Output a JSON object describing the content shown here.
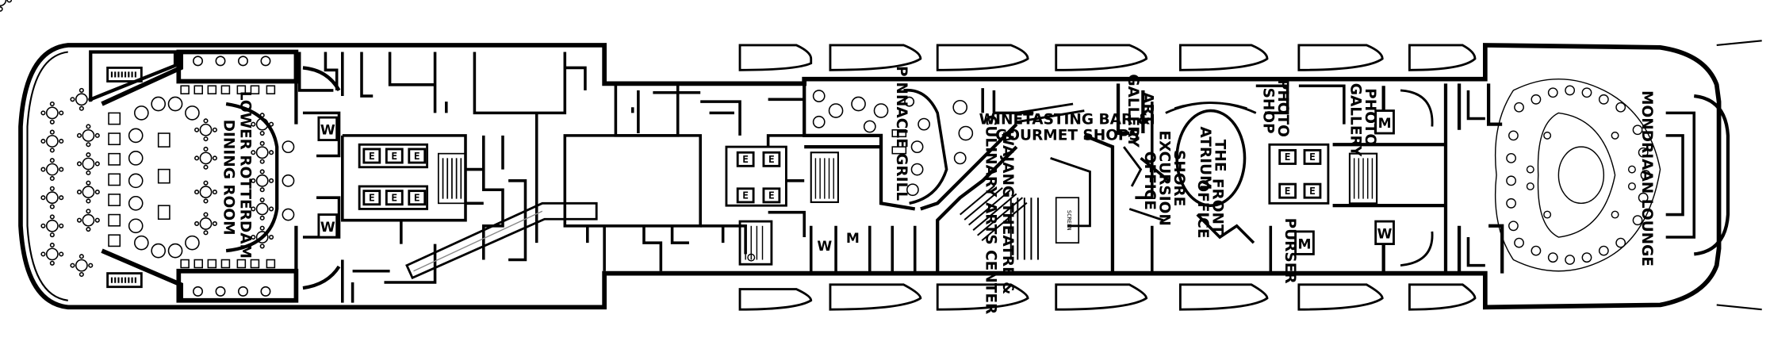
{
  "labels": {
    "dining_room": "LOWER ROTTERDAM\nDINING ROOM",
    "pinnacle_grill": "PINNACLE GRILL",
    "winetasting": "WINETASTING BAR &\nGOURMET SHOPS",
    "theatre": "WAJANG THEATRE &\nCULINARY ARTS CENTER",
    "art_gallery": "ART\nGALLERY",
    "atrium": "THE\nATRIUM",
    "shore_excursion": "SHORE\nEXCURSION\nOFFICE",
    "front_office": "FRONT\nOFFICE",
    "photo_shop": "PHOTO\nSHOP",
    "photo_gallery": "PHOTO\nGALLERY",
    "purser": "PURSER",
    "mondriaan_lounge": "MONDRIAAN LOUNGE"
  },
  "symbols": {
    "elevator": "E",
    "restroom_w": "W",
    "restroom_m": "M",
    "screen": "SCREEN"
  }
}
